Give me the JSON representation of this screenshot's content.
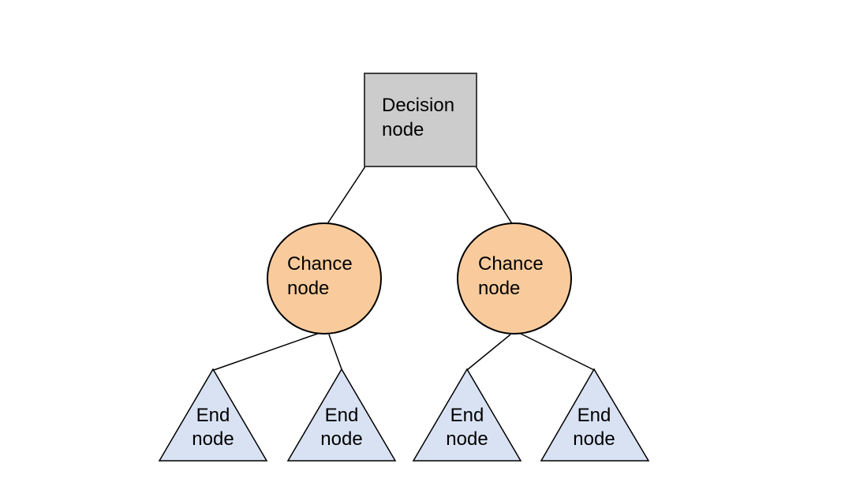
{
  "diagram": {
    "type": "decision-tree",
    "background": "#ffffff",
    "colors": {
      "decision_fill": "#cccccc",
      "decision_stroke": "#404040",
      "chance_fill": "#f9cb9c",
      "chance_stroke": "#000000",
      "end_fill": "#d9e2f3",
      "end_stroke": "#000000",
      "edge_stroke": "#000000",
      "text": "#000000"
    },
    "nodes": {
      "decision": {
        "label": "Decision\nnode",
        "shape": "square"
      },
      "chance_left": {
        "label": "Chance\nnode",
        "shape": "circle"
      },
      "chance_right": {
        "label": "Chance\nnode",
        "shape": "circle"
      },
      "end_1": {
        "label": "End\nnode",
        "shape": "triangle"
      },
      "end_2": {
        "label": "End\nnode",
        "shape": "triangle"
      },
      "end_3": {
        "label": "End\nnode",
        "shape": "triangle"
      },
      "end_4": {
        "label": "End\nnode",
        "shape": "triangle"
      }
    },
    "edges": [
      {
        "from": "decision",
        "to": "chance_left"
      },
      {
        "from": "decision",
        "to": "chance_right"
      },
      {
        "from": "chance_left",
        "to": "end_1"
      },
      {
        "from": "chance_left",
        "to": "end_2"
      },
      {
        "from": "chance_right",
        "to": "end_3"
      },
      {
        "from": "chance_right",
        "to": "end_4"
      }
    ]
  }
}
